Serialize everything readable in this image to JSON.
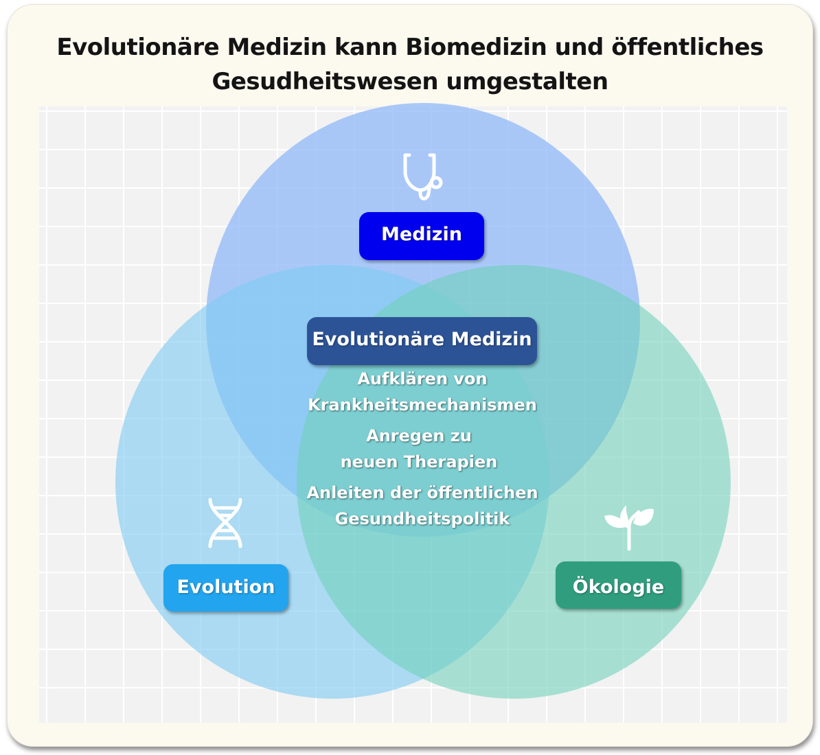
{
  "title": {
    "line1": "Evolutionäre Medizin kann Biomedizin  und öffentliches",
    "line2": "Gesudheitswesen umgestalten"
  },
  "circles": {
    "medizin": {
      "label": "Medizin",
      "color": "#8ab6f8",
      "label_color": "#0000ee",
      "icon": "stethoscope-icon"
    },
    "evolution": {
      "label": "Evolution",
      "color": "#7fcbf2",
      "label_color": "#23a4ee",
      "icon": "dna-icon"
    },
    "oekologie": {
      "label": "Ökologie",
      "color": "#6fd1b9",
      "label_color": "#2f9d7e",
      "icon": "sprout-icon"
    }
  },
  "center": {
    "label": "Evolutionäre Medizin",
    "label_color": "#2c5396",
    "points": [
      {
        "line1": "Aufklären von",
        "line2": "Krankheitsmechanismen"
      },
      {
        "line1": "Anregen zu",
        "line2": "neuen Therapien"
      },
      {
        "line1": "Anleiten der öffentlichen",
        "line2": "Gesundheitspolitik"
      }
    ]
  }
}
